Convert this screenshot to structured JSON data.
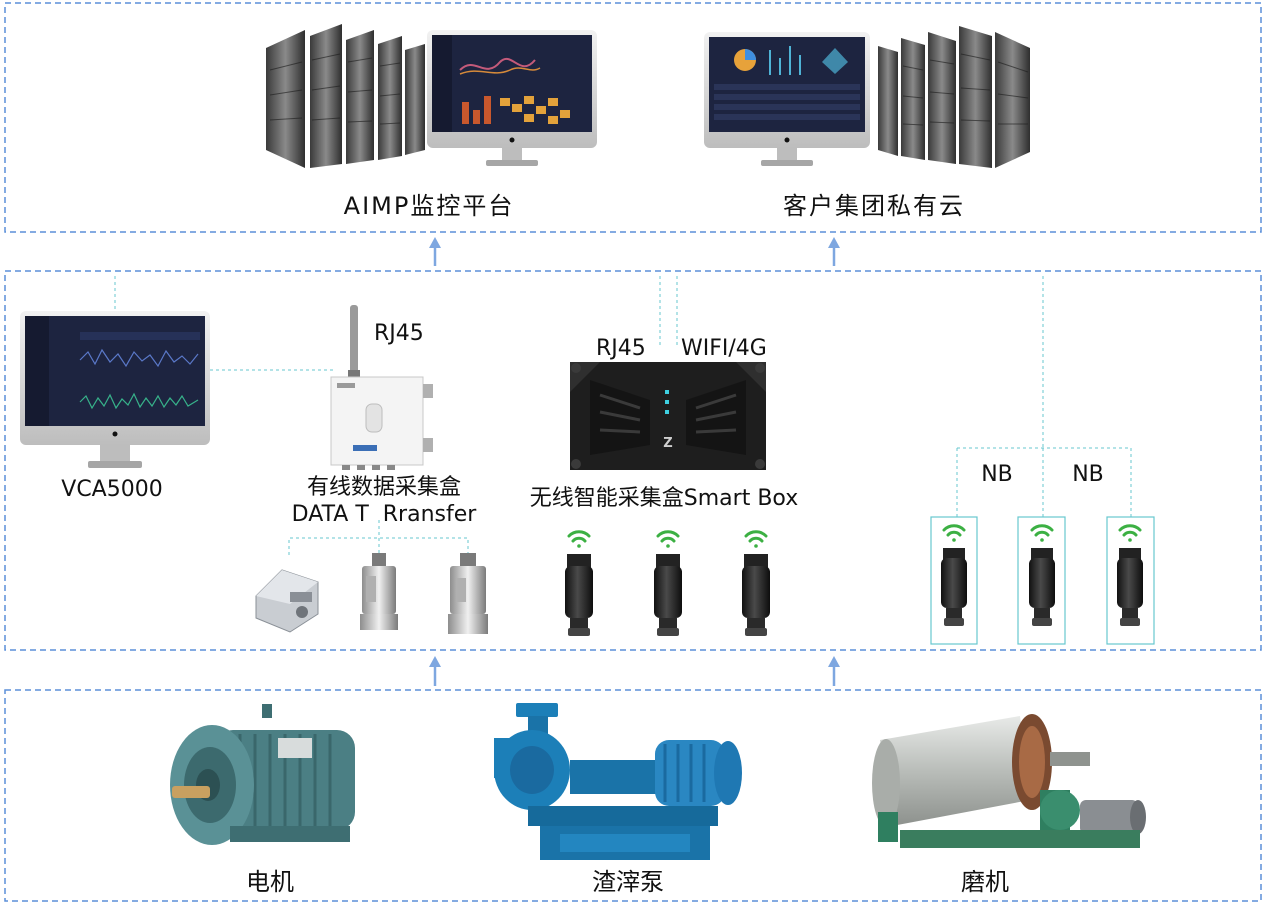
{
  "colors": {
    "frame": "#5b8fd9",
    "arrow": "#7ea7e0",
    "teal": "#67c7cf",
    "wifi": "#3cb043",
    "motor": "#4b7f84",
    "pump": "#1c7fb8",
    "mill": "#c9ccc9",
    "screen": "#1d2440"
  },
  "top": {
    "aimp_label": "AIMP监控平台",
    "cloud_label": "客户集团私有云"
  },
  "middle": {
    "vca_label": "VCA5000",
    "rj45_wired": "RJ45",
    "wired_box_line1": "有线数据采集盒",
    "wired_box_line2": "DATA T  Rransfer",
    "rj45_wireless": "RJ45",
    "wifi_4g": "WIFI/4G",
    "wireless_box_label": "无线智能采集盒Smart Box",
    "nb_1": "NB",
    "nb_2": "NB"
  },
  "bottom": {
    "motor_label": "电机",
    "pump_label": "渣滓泵",
    "mill_label": "磨机"
  },
  "icons": [
    "server-rack-icon",
    "monitor-icon",
    "antenna-icon",
    "wifi-signal-icon",
    "sensor-icon",
    "motor-icon",
    "pump-icon",
    "mill-icon"
  ]
}
